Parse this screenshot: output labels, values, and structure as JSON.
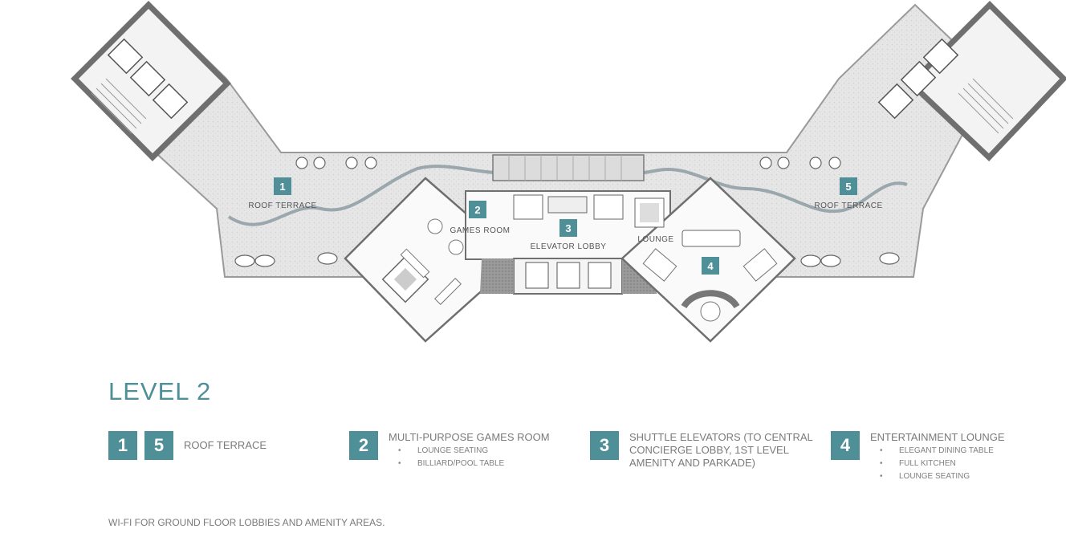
{
  "plan": {
    "labels": {
      "roof_terrace_left": "ROOF TERRACE",
      "roof_terrace_right": "ROOF TERRACE",
      "games_room": "GAMES ROOM",
      "elevator_lobby": "ELEVATOR LOBBY",
      "lounge": "LOUNGE"
    },
    "badges": [
      "1",
      "2",
      "3",
      "4",
      "5"
    ]
  },
  "level_title": "LEVEL 2",
  "legend": {
    "roof": {
      "badges": [
        "1",
        "5"
      ],
      "title": "ROOF TERRACE"
    },
    "games": {
      "badge": "2",
      "title": "MULTI-PURPOSE GAMES ROOM",
      "items": [
        "LOUNGE SEATING",
        "BILLIARD/POOL TABLE"
      ]
    },
    "elevators": {
      "badge": "3",
      "title_lines": [
        "SHUTTLE ELEVATORS (TO CENTRAL",
        "CONCIERGE LOBBY, 1ST LEVEL",
        "AMENITY AND PARKADE)"
      ]
    },
    "lounge": {
      "badge": "4",
      "title": "ENTERTAINMENT LOUNGE",
      "items": [
        "ELEGANT DINING TABLE",
        "FULL KITCHEN",
        "LOUNGE SEATING"
      ]
    }
  },
  "footnote": "WI-FI FOR GROUND FLOOR LOBBIES AND AMENITY AREAS.",
  "colors": {
    "accent": "#4f8f98",
    "terrace": "#e4e4e4",
    "wall": "#8a8a8a",
    "text": "#7a7a7a"
  }
}
